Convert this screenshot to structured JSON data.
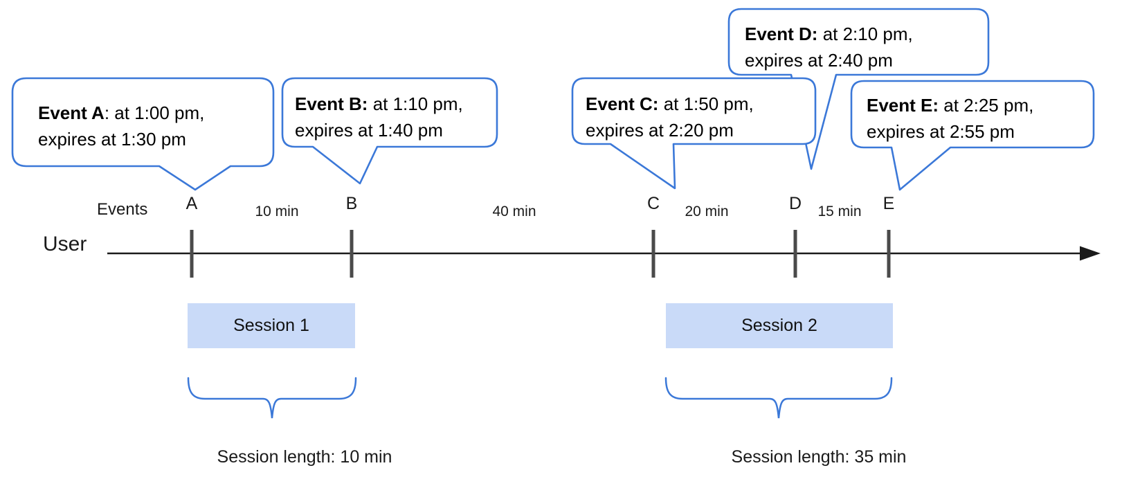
{
  "callouts": [
    {
      "event": "A",
      "bold": "Event A",
      "after_bold": ": at 1:00 pm,",
      "line2": "expires at 1:30 pm"
    },
    {
      "event": "B",
      "bold": "Event B:",
      "after_bold": " at 1:10 pm,",
      "line2": "expires at 1:40 pm"
    },
    {
      "event": "C",
      "bold": "Event C:",
      "after_bold": " at 1:50 pm,",
      "line2": "expires at 2:20 pm"
    },
    {
      "event": "D",
      "bold": "Event D:",
      "after_bold": " at 2:10 pm,",
      "line2": "expires at 2:40 pm"
    },
    {
      "event": "E",
      "bold": "Event E:",
      "after_bold": " at 2:25 pm,",
      "line2": "expires at 2:55 pm"
    }
  ],
  "timeline": {
    "user_label": "User",
    "events_label": "Events",
    "event_marks": [
      "A",
      "B",
      "C",
      "D",
      "E"
    ],
    "intervals": [
      "10 min",
      "40 min",
      "20 min",
      "15 min"
    ]
  },
  "sessions": [
    {
      "label": "Session 1",
      "length_label": "Session length: 10 min"
    },
    {
      "label": "Session 2",
      "length_label": "Session length: 35 min"
    }
  ],
  "colors": {
    "accent_blue": "#3b78d8",
    "session_bar_fill": "#c9daf8",
    "tick_gray": "#4a4a4a",
    "axis_black": "#1a1a1a"
  }
}
